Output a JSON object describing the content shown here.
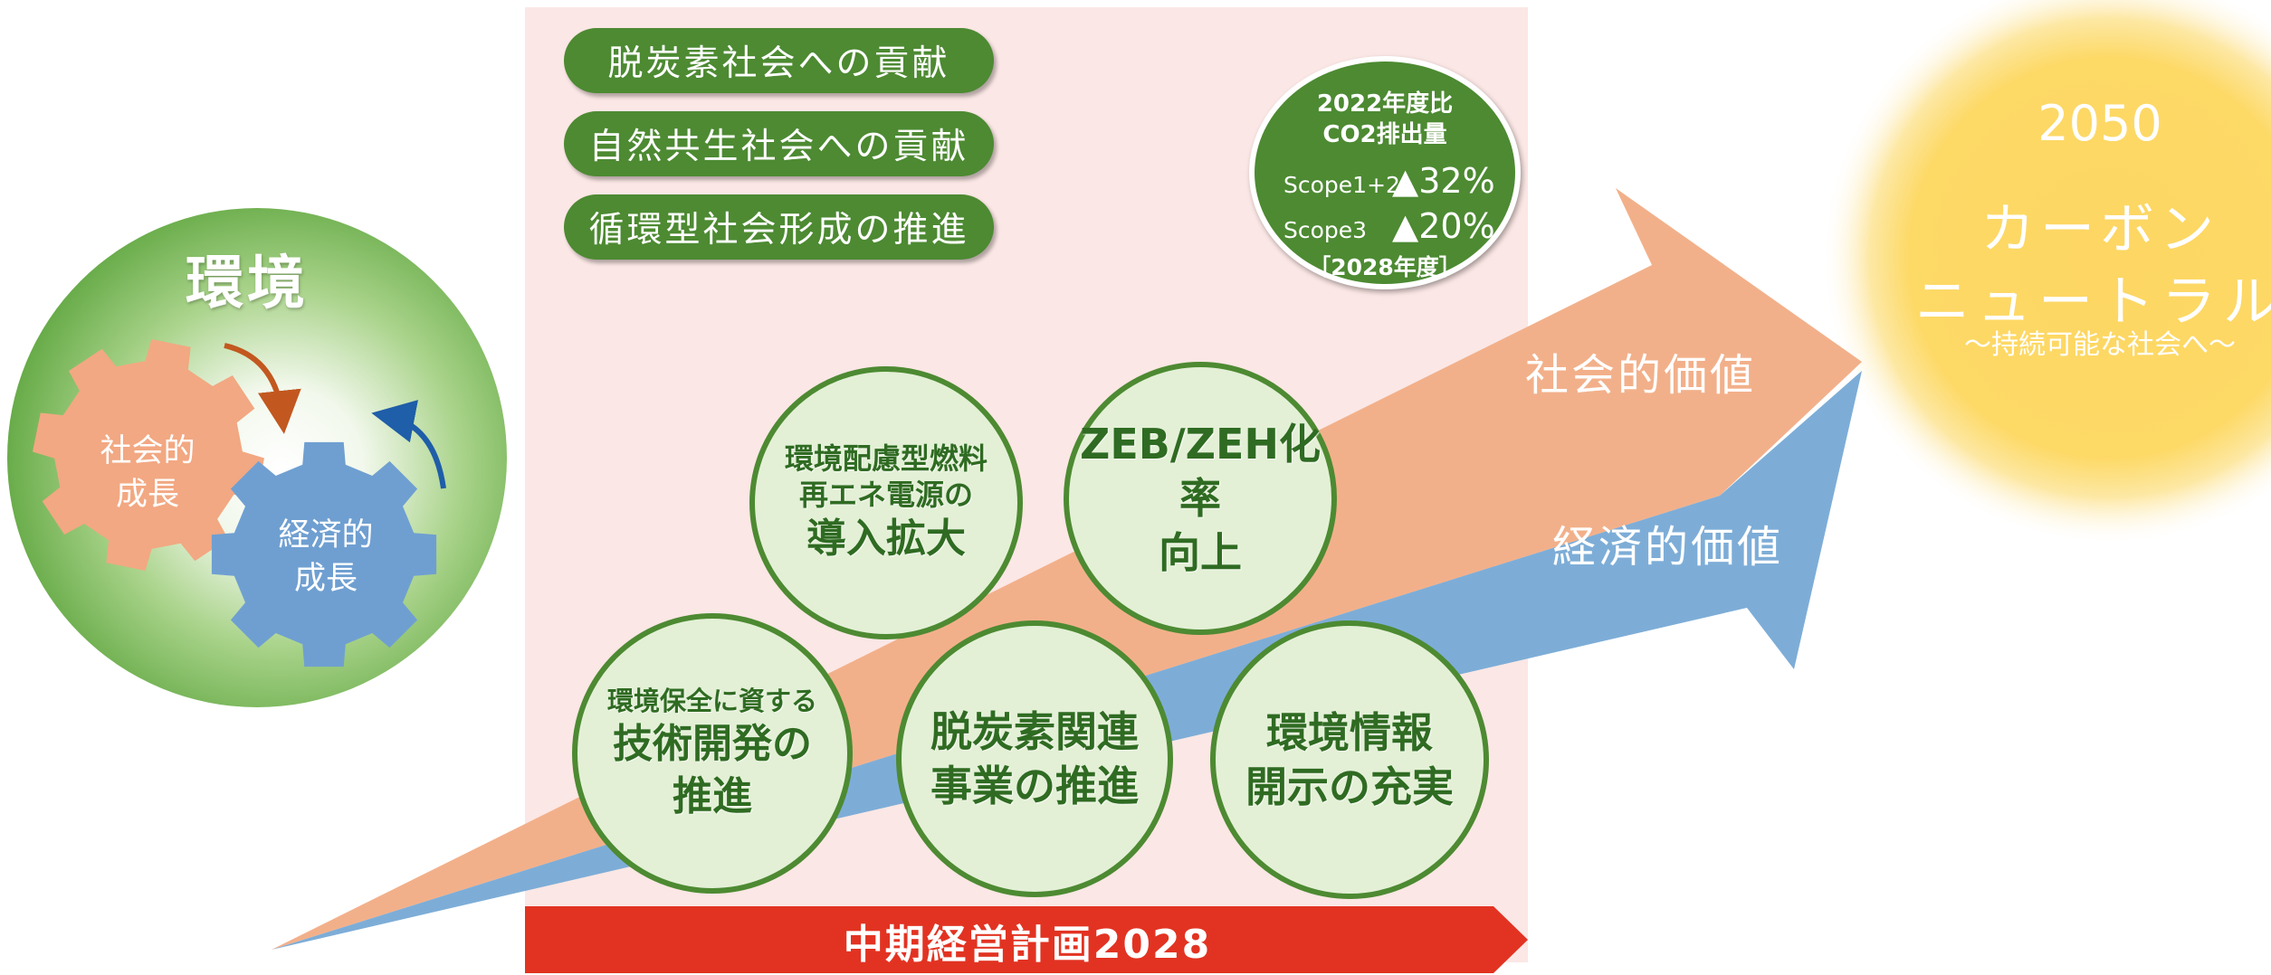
{
  "pillars": [
    {
      "label": "脱炭素社会への貢献"
    },
    {
      "label": "自然共生社会への貢献"
    },
    {
      "label": "循環型社会形成の推進"
    }
  ],
  "badge": {
    "line1": "2022年度比",
    "line2": "CO2排出量",
    "rows": [
      {
        "label": "Scope1+2",
        "value": "▲32%"
      },
      {
        "label": "Scope3",
        "value": "▲20%"
      }
    ],
    "year": "［2028年度］"
  },
  "initiatives": {
    "renewables": [
      "環境配慮型燃料",
      "再エネ電源の",
      "導入拡大"
    ],
    "zeb": [
      "ZEB/ZEH化率",
      "向上"
    ],
    "tech": [
      "環境保全に資する",
      "技術開発の",
      "推進"
    ],
    "decarb": [
      "脱炭素関連",
      "事業の推進"
    ],
    "disclosure": [
      "環境情報",
      "開示の充実"
    ]
  },
  "arrows": {
    "social_value": "社会的価値",
    "economic_value": "経済的価値"
  },
  "plan": {
    "label": "中期経営計画2028"
  },
  "environment": {
    "title": "環境",
    "social_growth": [
      "社会的",
      "成長"
    ],
    "economic_growth": [
      "経済的",
      "成長"
    ]
  },
  "goal": {
    "year": "2050",
    "line1": "カーボン",
    "line2": "ニュートラル",
    "subtitle": "～持続可能な社会へ～"
  },
  "colors": {
    "green_dark": "#4d8a32",
    "green_light": "#e3f0d6",
    "orange_arrow": "#f2b08a",
    "blue_arrow": "#7dadd7",
    "red_bar": "#e23322",
    "pink_panel": "#fbe7e5",
    "sun": "#fdd96a",
    "gear_orange": "#f2a882",
    "gear_blue": "#6f9fd1"
  }
}
